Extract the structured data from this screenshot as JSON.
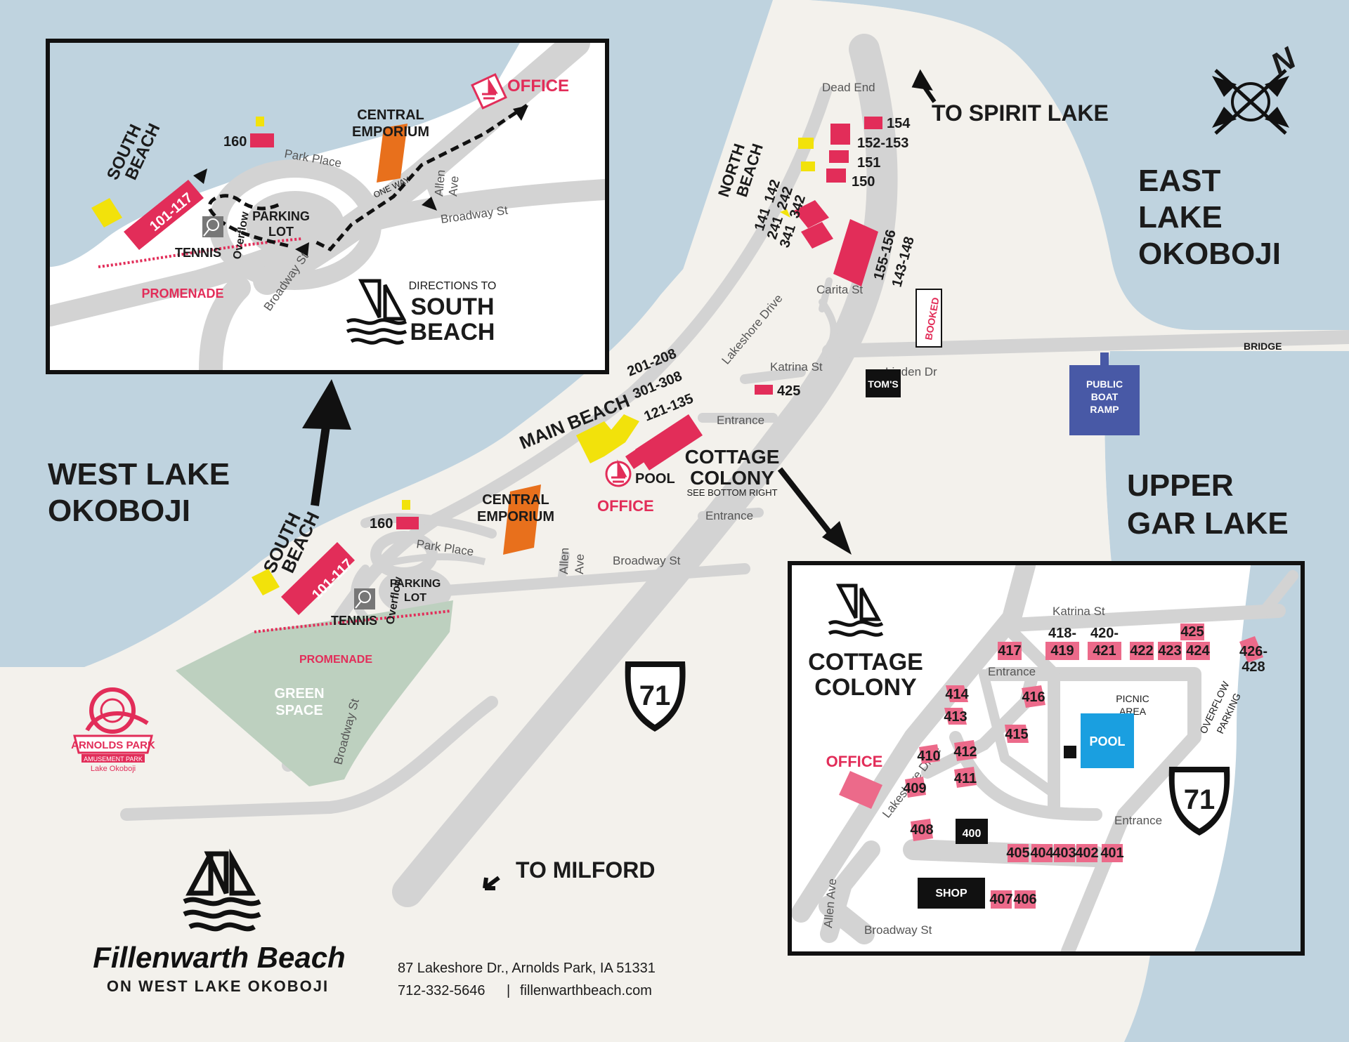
{
  "colors": {
    "water": "#bfd3df",
    "land": "#f3f1ec",
    "road": "#d3d3d3",
    "unit": "#e22d59",
    "unit_light": "#ec6a8a",
    "amenity": "#f2e20b",
    "emporium": "#e8701c",
    "green": "#bdd0bf",
    "boat_ramp": "#4859a6",
    "pool": "#1a9fe0",
    "black": "#111111"
  },
  "lakes": {
    "west": [
      "WEST LAKE",
      "OKOBOJI"
    ],
    "east": [
      "EAST",
      "LAKE",
      "OKOBOJI"
    ],
    "upper_gar": [
      "UPPER",
      "GAR LAKE"
    ]
  },
  "compass": {
    "letter": "N",
    "icon": "compass-rose-icon"
  },
  "directions": {
    "spirit_lake": "TO SPIRIT LAKE",
    "milford": "TO MILFORD"
  },
  "highway": {
    "number": "71"
  },
  "main_map": {
    "streets": {
      "dead_end": "Dead End",
      "carita": "Carita St",
      "lakeshore": "Lakeshore Drive",
      "katrina": "Katrina St",
      "linden": "Linden Dr",
      "entrance1": "Entrance",
      "entrance2": "Entrance",
      "allen": "Allen",
      "ave": "Ave",
      "broadway1": "Broadway St",
      "broadway2": "Broadway St",
      "park_place": "Park Place",
      "bridge": "BRIDGE"
    },
    "north_beach": {
      "title_line1": "NORTH",
      "title_line2": "BEACH",
      "units": [
        "154",
        "152-153",
        "151",
        "150"
      ],
      "units_a": [
        "141",
        "241",
        "341"
      ],
      "units_b": [
        "142",
        "242",
        "342"
      ],
      "units_c": [
        "155-156",
        "143-148"
      ]
    },
    "main_beach": {
      "title": "MAIN BEACH",
      "units": [
        "201-208",
        "301-308",
        "121-135"
      ],
      "pool": "POOL",
      "office": "OFFICE"
    },
    "unit_425": "425",
    "cottage": {
      "title_line1": "COTTAGE",
      "title_line2": "COLONY",
      "note": "SEE BOTTOM RIGHT"
    },
    "south_beach": {
      "title_line1": "SOUTH",
      "title_line2": "BEACH",
      "units": "101-117",
      "unit_160": "160",
      "tennis": "TENNIS",
      "overflow": "Overflow",
      "parking_line1": "PARKING",
      "parking_line2": "LOT",
      "promenade": "PROMENADE",
      "emporium_line1": "CENTRAL",
      "emporium_line2": "EMPORIUM"
    },
    "green_space": [
      "GREEN",
      "SPACE"
    ],
    "boat_ramp": [
      "PUBLIC",
      "BOAT",
      "RAMP"
    ],
    "toms": "TOM'S",
    "booked": "BOOKED"
  },
  "south_inset": {
    "title_small": "DIRECTIONS TO",
    "title_big1": "SOUTH",
    "title_big2": "BEACH",
    "office": "OFFICE",
    "emporium_line1": "CENTRAL",
    "emporium_line2": "EMPORIUM",
    "one_way": "ONE WAY",
    "unit_160": "160",
    "park_place": "Park Place",
    "south_beach_line1": "SOUTH",
    "south_beach_line2": "BEACH",
    "units": "101-117",
    "tennis": "TENNIS",
    "overflow": "Overflow",
    "parking_line1": "PARKING",
    "parking_line2": "LOT",
    "promenade": "PROMENADE",
    "allen": "Allen",
    "ave": "Ave",
    "broadway1": "Broadway St",
    "broadway2": "Broadway St"
  },
  "cottage_inset": {
    "title_line1": "COTTAGE",
    "title_line2": "COLONY",
    "katrina": "Katrina St",
    "entrance1": "Entrance",
    "entrance2": "Entrance",
    "picnic_line1": "PICNIC",
    "picnic_line2": "AREA",
    "pool": "POOL",
    "overflow_line1": "OVERFLOW",
    "overflow_line2": "PARKING",
    "office": "OFFICE",
    "lakeshore": "Lakeshore Drive",
    "allen": "Allen Ave",
    "broadway": "Broadway St",
    "shop": "SHOP",
    "unit_400": "400",
    "highway": "71",
    "units_top": [
      "417",
      "418-",
      "419",
      "420-",
      "421",
      "422",
      "423",
      "425",
      "424",
      "426-",
      "428"
    ],
    "units_left": [
      "414",
      "413",
      "416",
      "415",
      "410",
      "412",
      "411",
      "409",
      "408"
    ],
    "units_bottom": [
      "405",
      "404",
      "403",
      "402",
      "401",
      "407",
      "406"
    ]
  },
  "brand": {
    "name": "Fillenwarth Beach",
    "tagline": "ON WEST LAKE OKOBOJI",
    "address": "87 Lakeshore Dr.,  Arnolds Park, IA 51331",
    "phone": "712-332-5646",
    "divider": "|",
    "web": "fillenwarthbeach.com"
  },
  "arnolds_park": {
    "name": "ARNOLDS PARK",
    "sub": "AMUSEMENT PARK",
    "place": "Lake Okoboji"
  }
}
